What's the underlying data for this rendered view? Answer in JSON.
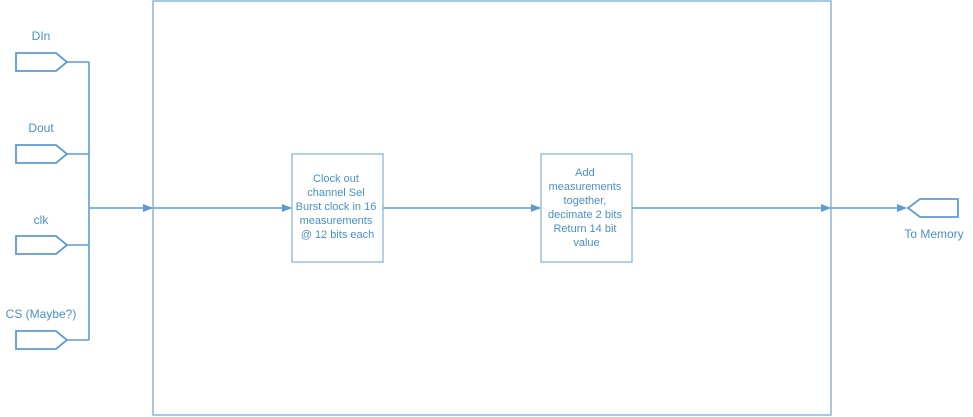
{
  "ports": {
    "din": "DIn",
    "dout": "Dout",
    "clk": "clk",
    "cs": "CS (Maybe?)",
    "to_memory": "To Memory"
  },
  "blocks": {
    "clock_out": [
      "Clock out",
      "channel Sel",
      "Burst clock in 16",
      "measurements",
      "@ 12 bits each"
    ],
    "add_measurements": [
      "Add",
      "measurements",
      "together,",
      "decimate 2 bits",
      "Return 14 bit",
      "value"
    ]
  },
  "colors": {
    "line": "#5b9bd5",
    "text": "#4a90c8"
  }
}
